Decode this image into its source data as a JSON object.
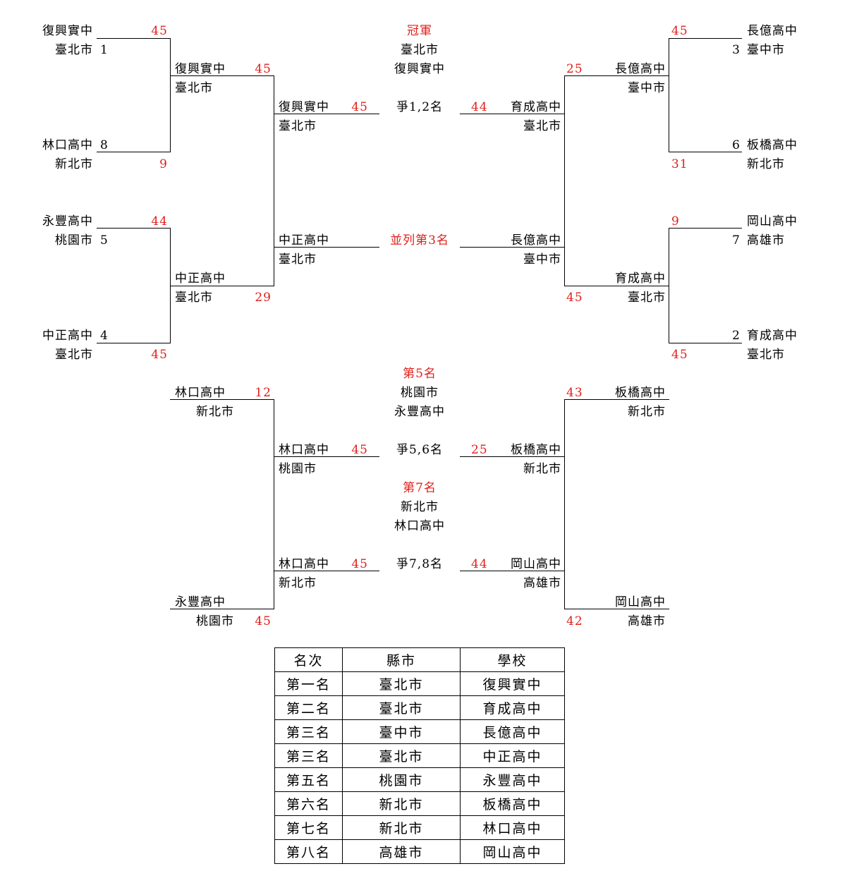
{
  "bracket": {
    "qf": [
      {
        "school": "復興實中",
        "city": "臺北市",
        "seed": "1",
        "score": "45"
      },
      {
        "school": "林口高中",
        "city": "新北市",
        "seed": "8",
        "score": "9"
      },
      {
        "school": "永豐高中",
        "city": "桃園市",
        "seed": "5",
        "score": "44"
      },
      {
        "school": "中正高中",
        "city": "臺北市",
        "seed": "4",
        "score": "45"
      },
      {
        "school": "長億高中",
        "city": "臺中市",
        "seed": "3",
        "score": "45"
      },
      {
        "school": "板橋高中",
        "city": "新北市",
        "seed": "6",
        "score": "31"
      },
      {
        "school": "岡山高中",
        "city": "高雄市",
        "seed": "7",
        "score": "9"
      },
      {
        "school": "育成高中",
        "city": "臺北市",
        "seed": "2",
        "score": "45"
      }
    ],
    "sf": [
      {
        "school": "復興實中",
        "city": "臺北市",
        "score": "45"
      },
      {
        "school": "中正高中",
        "city": "臺北市",
        "score": "29"
      },
      {
        "school": "長億高中",
        "city": "臺中市",
        "score": "25"
      },
      {
        "school": "育成高中",
        "city": "臺北市",
        "score": "45"
      }
    ],
    "final": [
      {
        "school": "復興實中",
        "city": "臺北市",
        "score": "45"
      },
      {
        "school": "育成高中",
        "city": "臺北市",
        "score": "44"
      }
    ],
    "third": [
      {
        "school": "中正高中",
        "city": "臺北市"
      },
      {
        "school": "長億高中",
        "city": "臺中市"
      }
    ],
    "champion": {
      "label": "冠軍",
      "city": "臺北市",
      "school": "復興實中"
    },
    "final_label": "爭1,2名",
    "third_label": "並列第3名",
    "cons_r1": [
      {
        "school": "林口高中",
        "city": "新北市",
        "score": "12"
      },
      {
        "school": "永豐高中",
        "city": "桃園市",
        "score": "45"
      },
      {
        "school": "板橋高中",
        "city": "新北市",
        "score": "43"
      },
      {
        "school": "岡山高中",
        "city": "高雄市",
        "score": "42"
      }
    ],
    "fifth": {
      "label": "第5名",
      "city": "桃園市",
      "school": "永豐高中",
      "match_label": "爭5,6名",
      "left": {
        "school": "林口高中",
        "city": "桃園市",
        "score": "45"
      },
      "right": {
        "school": "板橋高中",
        "city": "新北市",
        "score": "25"
      }
    },
    "seventh": {
      "label": "第7名",
      "city": "新北市",
      "school": "林口高中",
      "match_label": "爭7,8名",
      "left": {
        "school": "林口高中",
        "city": "新北市",
        "score": "45"
      },
      "right": {
        "school": "岡山高中",
        "city": "高雄市",
        "score": "44"
      }
    }
  },
  "ranking": {
    "headers": [
      "名次",
      "縣市",
      "學校"
    ],
    "rows": [
      [
        "第一名",
        "臺北市",
        "復興實中"
      ],
      [
        "第二名",
        "臺北市",
        "育成高中"
      ],
      [
        "第三名",
        "臺中市",
        "長億高中"
      ],
      [
        "第三名",
        "臺北市",
        "中正高中"
      ],
      [
        "第五名",
        "桃園市",
        "永豐高中"
      ],
      [
        "第六名",
        "新北市",
        "板橋高中"
      ],
      [
        "第七名",
        "新北市",
        "林口高中"
      ],
      [
        "第八名",
        "高雄市",
        "岡山高中"
      ]
    ]
  },
  "colors": {
    "score": "#e0201c",
    "label": "#e0201c",
    "line": "#000000"
  }
}
